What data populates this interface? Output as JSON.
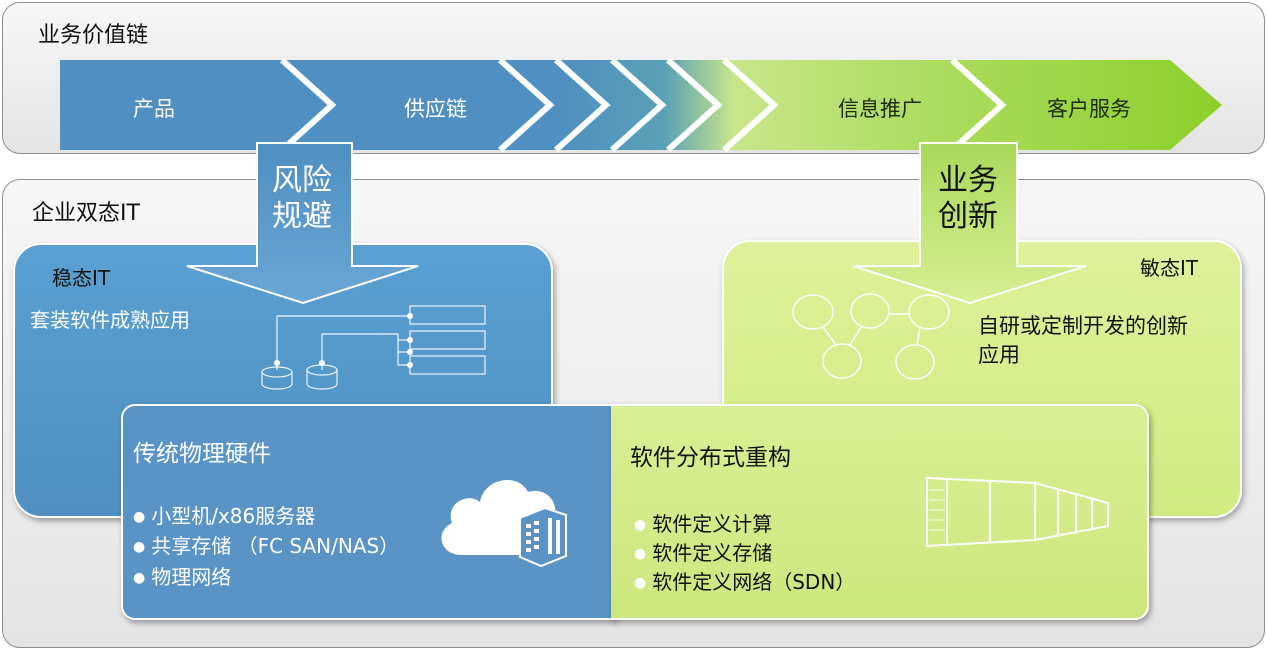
{
  "value_chain": {
    "title": "业务价值链",
    "stages": [
      "产品",
      "供应链",
      "信息推广",
      "客户服务"
    ]
  },
  "dual_it": {
    "title": "企业双态IT",
    "risk_arrow": {
      "line1": "风险",
      "line2": "规避"
    },
    "innovation_arrow": {
      "line1": "业务",
      "line2": "创新"
    },
    "steady": {
      "title": "稳态IT",
      "subtitle": "套装软件成熟应用"
    },
    "agile": {
      "title": "敏态IT",
      "subtitle_line1": "自研或定制开发的创新",
      "subtitle_line2": "应用"
    },
    "traditional": {
      "title": "传统物理硬件",
      "items": [
        "小型机/x86服务器",
        "共享存储 （FC SAN/NAS）",
        "物理网络"
      ]
    },
    "software": {
      "title": "软件分布式重构",
      "items": [
        "软件定义计算",
        "软件定义存储",
        "软件定义网络（SDN）"
      ]
    }
  },
  "colors": {
    "blue": "#4f8fc1",
    "green": "#cde77f",
    "bright_green": "#8ccf2a",
    "panel_border": "#8e8e8e"
  },
  "bullet_glyph": "●"
}
